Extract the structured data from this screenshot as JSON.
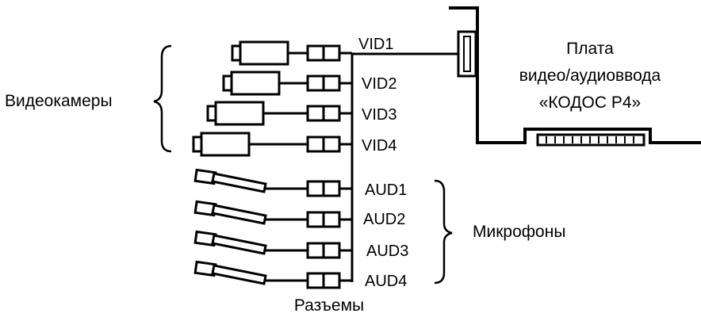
{
  "groups": {
    "cameras": "Видеокамеры",
    "microphones": "Микрофоны",
    "connectors": "Разъемы"
  },
  "card": {
    "line1": "Плата",
    "line2": "видео/аудиоввода",
    "line3": "«КОДОС P4»"
  },
  "video_ports": [
    "VID1",
    "VID2",
    "VID3",
    "VID4"
  ],
  "audio_ports": [
    "AUD1",
    "AUD2",
    "AUD3",
    "AUD4"
  ]
}
